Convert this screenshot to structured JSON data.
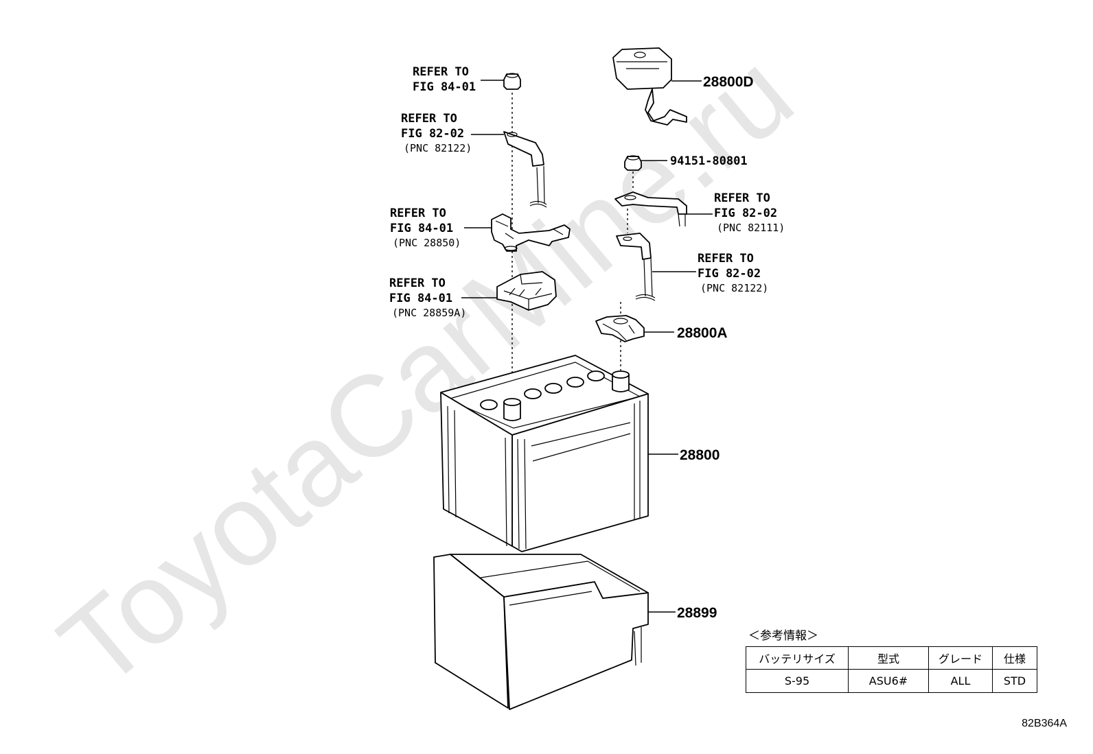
{
  "watermark": "ToyotaCarMine.ru",
  "callouts": {
    "nut_ref": {
      "line1": "REFER TO",
      "line2": "FIG 84-01"
    },
    "neg_cable_ref": {
      "line1": "REFER TO",
      "line2": "FIG 82-02",
      "line3": "(PNC 82122)"
    },
    "neg_terminal_ref": {
      "line1": "REFER TO",
      "line2": "FIG 84-01",
      "line3": "(PNC 28850)"
    },
    "holder_ref": {
      "line1": "REFER TO",
      "line2": "FIG 84-01",
      "line3": "(PNC 28859A)"
    },
    "pos_cable_ref_a": {
      "line1": "REFER TO",
      "line2": "FIG 82-02",
      "line3": "(PNC 82111)"
    },
    "pos_cable_ref_b": {
      "line1": "REFER TO",
      "line2": "FIG 82-02",
      "line3": "(PNC 82122)"
    }
  },
  "part_numbers": {
    "terminal_cover": "28800D",
    "nut": "94151-80801",
    "clamp": "28800A",
    "battery": "28800",
    "tray": "28899"
  },
  "reference_table": {
    "title": "＜参考情報＞",
    "headers": [
      "バッテリサイズ",
      "型式",
      "グレード",
      "仕様"
    ],
    "rows": [
      [
        "S-95",
        "ASU6#",
        "ALL",
        "STD"
      ]
    ]
  },
  "diagram_code": "82B364A"
}
